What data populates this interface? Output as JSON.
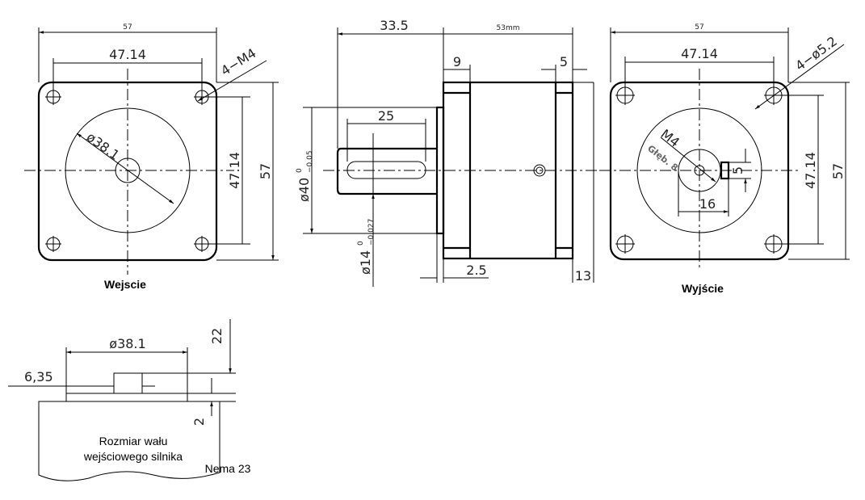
{
  "input_view": {
    "title": "Wejscie",
    "width": "57",
    "hole_spacing": "47.14",
    "hole_spacing_vertical": "47.14",
    "height": "57",
    "holes": "4−M4",
    "pilot_diameter": "ø38.1"
  },
  "side_view": {
    "shaft_length": "33.5",
    "body_length": "53mm",
    "flange_input": "9",
    "flange_output": "5",
    "key_length": "25",
    "pilot_diameter": "ø40",
    "pilot_tol_upper": "0",
    "pilot_tol_lower": "−0.05",
    "shaft_diameter": "ø14",
    "shaft_tol_upper": "0",
    "shaft_tol_lower": "−0.027",
    "pilot_depth": "2.5",
    "rear_offset": "13"
  },
  "output_view": {
    "title": "Wyjście",
    "width": "57",
    "hole_spacing": "47.14",
    "hole_spacing_vertical": "47.14",
    "height": "57",
    "holes": "4−ø5.2",
    "thread": "M4",
    "thread_depth": "Głęb. 8",
    "boss_diameter": "16",
    "key_width": "5"
  },
  "motor_shaft_detail": {
    "pilot_diameter": "ø38.1",
    "shaft_diameter": "6,35",
    "shaft_length": "22",
    "pilot_height": "2",
    "caption_line1": "Rozmiar wału",
    "caption_line2": "wejściowego silnika",
    "motor": "Nema 23"
  }
}
